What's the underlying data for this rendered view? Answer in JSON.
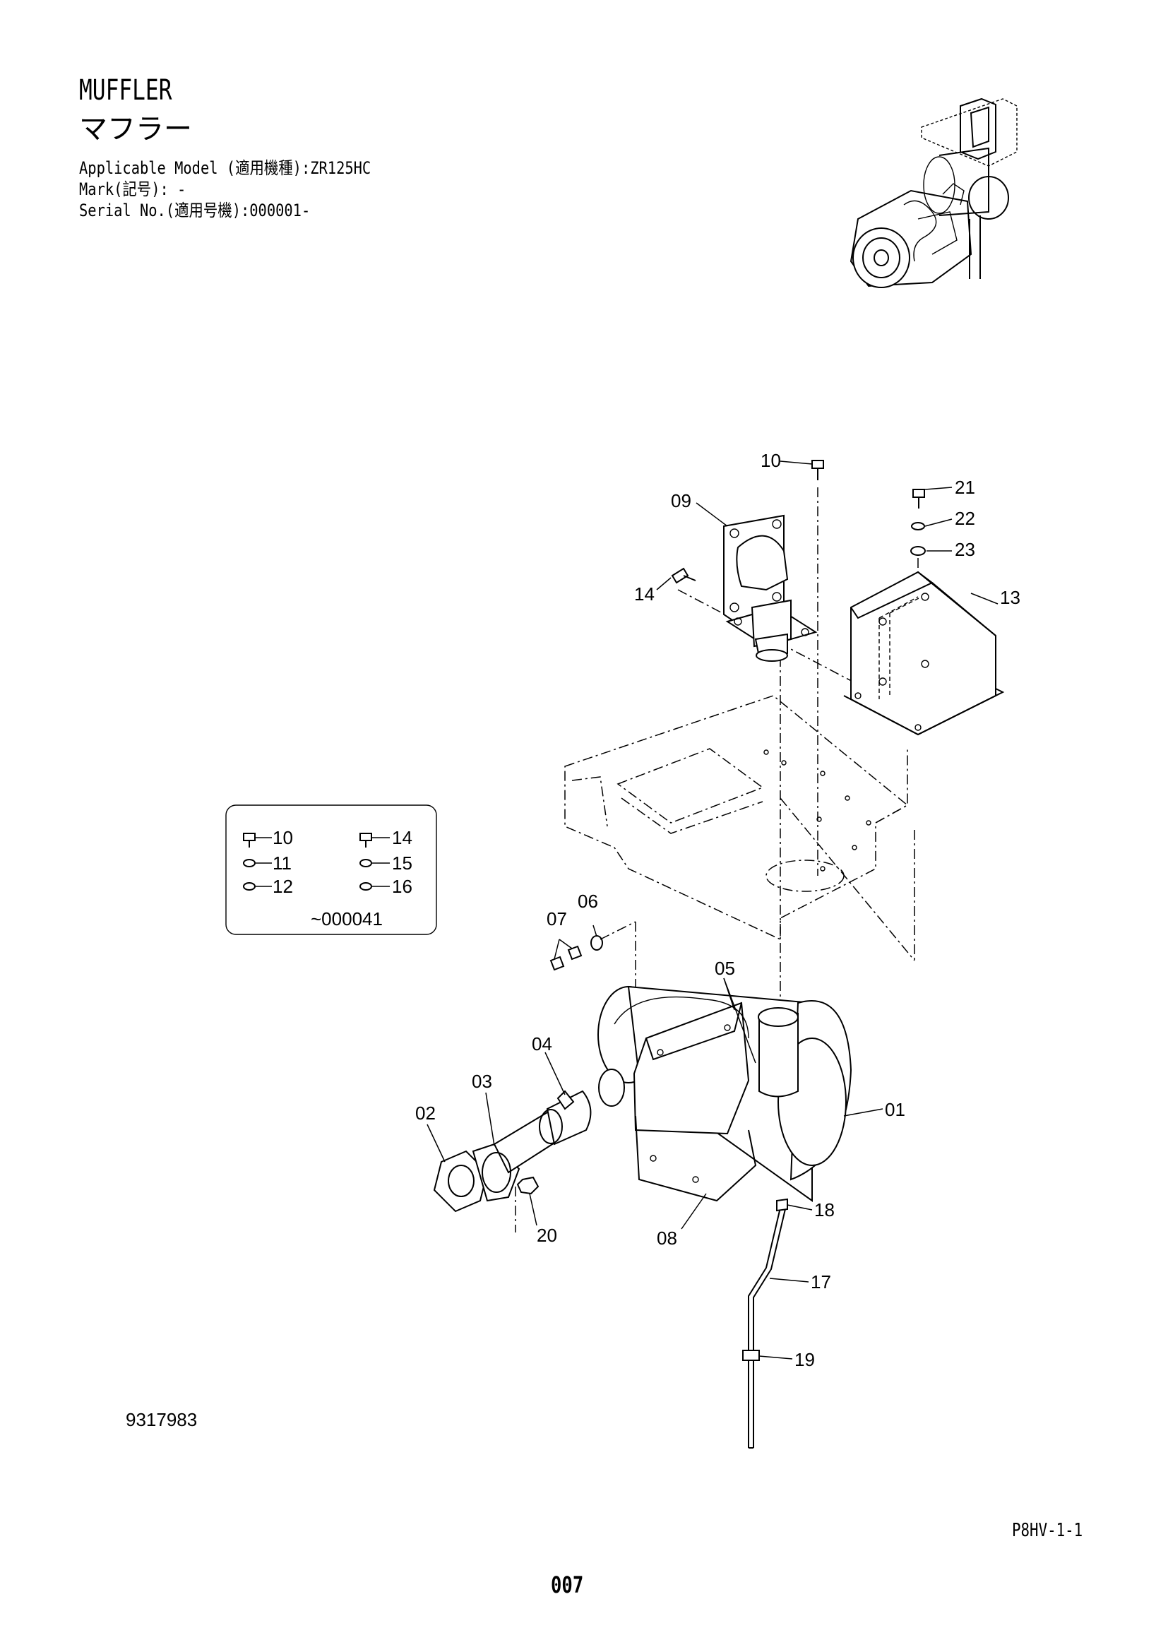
{
  "header": {
    "title_en": "MUFFLER",
    "title_ja": "マフラー",
    "applicable_model": "Applicable Model (適用機種):ZR125HC",
    "mark": "Mark(記号): -",
    "serial_no": "Serial No.(適用号機):000001-"
  },
  "callouts": {
    "c01": "01",
    "c02": "02",
    "c03": "03",
    "c04": "04",
    "c05": "05",
    "c06": "06",
    "c07": "07",
    "c08": "08",
    "c09": "09",
    "c10": "10",
    "c13": "13",
    "c14": "14",
    "c17": "17",
    "c18": "18",
    "c19": "19",
    "c20": "20",
    "c21": "21",
    "c22": "22",
    "c23": "23"
  },
  "inset": {
    "items": [
      "10",
      "11",
      "12",
      "14",
      "15",
      "16"
    ],
    "serial_range": "~000041"
  },
  "footer": {
    "figure_number": "9317983",
    "page_ref": "P8HV-1-1",
    "page_number": "007"
  }
}
